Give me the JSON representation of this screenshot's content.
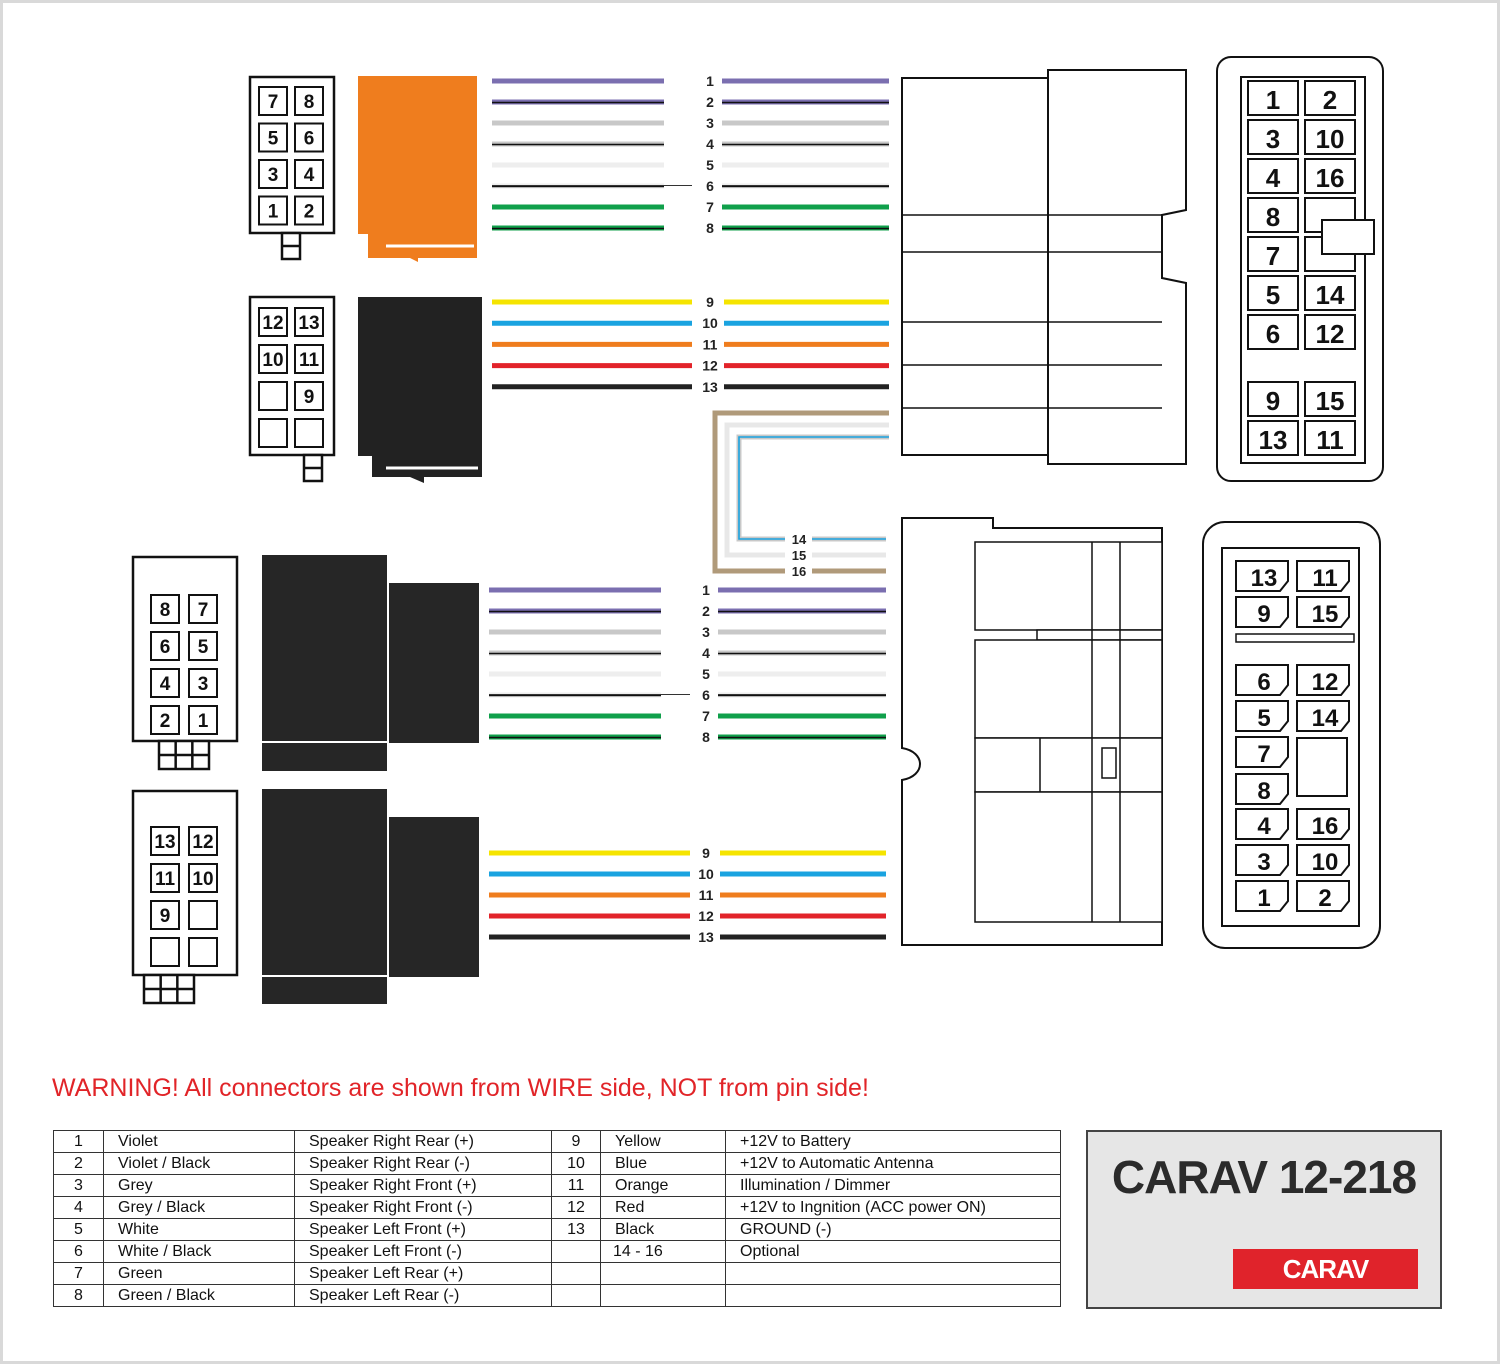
{
  "warning": "WARNING! All connectors are shown from WIRE side, NOT from pin side!",
  "model": "CARAV 12-218",
  "logo_text": "CARAV",
  "colors": {
    "violet": "#7b6fb0",
    "violet_black": "#7b6fb0",
    "grey": "#c8c8c8",
    "grey_black": "#c8c8c8",
    "white": "#eeeeee",
    "white_black": "#eeeeee",
    "green": "#10a04b",
    "green_black": "#10a04b",
    "yellow": "#f5e400",
    "blue": "#1aa3e0",
    "orange": "#ef7d1e",
    "red": "#e2232a",
    "black": "#222222",
    "tan": "#b09a7a",
    "accent_red": "#e0232b"
  },
  "iso_a": {
    "pins": [
      "7",
      "8",
      "5",
      "6",
      "3",
      "4",
      "1",
      "2"
    ]
  },
  "iso_b": {
    "pins": [
      "12",
      "13",
      "10",
      "11",
      "",
      "9",
      "",
      ""
    ]
  },
  "iso_c": {
    "pins": [
      "8",
      "7",
      "6",
      "5",
      "4",
      "3",
      "2",
      "1"
    ]
  },
  "iso_d": {
    "pins": [
      "13",
      "12",
      "11",
      "10",
      "9",
      "",
      "",
      ""
    ]
  },
  "top_wire_numbers": [
    "1",
    "2",
    "3",
    "4",
    "5",
    "6",
    "7",
    "8"
  ],
  "top_power_numbers": [
    "9",
    "10",
    "11",
    "12",
    "13"
  ],
  "optional_numbers": [
    "14",
    "15",
    "16"
  ],
  "bottom_wire_numbers": [
    "1",
    "2",
    "3",
    "4",
    "5",
    "6",
    "7",
    "8"
  ],
  "bottom_power_numbers": [
    "9",
    "10",
    "11",
    "12",
    "13"
  ],
  "right_top_pins": [
    "1",
    "2",
    "3",
    "10",
    "4",
    "16",
    "8",
    "7",
    "5",
    "14",
    "6",
    "12",
    "9",
    "15",
    "13",
    "11"
  ],
  "right_bottom_pins": [
    "13",
    "11",
    "9",
    "15",
    "6",
    "12",
    "5",
    "14",
    "7",
    "8",
    "4",
    "16",
    "3",
    "10",
    "1",
    "2"
  ],
  "table": {
    "rows": [
      [
        "1",
        "Violet",
        "Speaker Right Rear (+)",
        "9",
        "Yellow",
        "+12V to Battery"
      ],
      [
        "2",
        "Violet / Black",
        "Speaker Right Rear (-)",
        "10",
        "Blue",
        "+12V to Automatic Antenna"
      ],
      [
        "3",
        "Grey",
        "Speaker Right Front (+)",
        "11",
        "Orange",
        "Illumination / Dimmer"
      ],
      [
        "4",
        "Grey / Black",
        "Speaker Right Front (-)",
        "12",
        "Red",
        "+12V to Ingnition (ACC power ON)"
      ],
      [
        "5",
        "White",
        "Speaker Left Front (+)",
        "13",
        "Black",
        "GROUND (-)"
      ],
      [
        "6",
        "White / Black",
        "Speaker Left Front (-)",
        "",
        "14 - 16",
        "Optional"
      ],
      [
        "7",
        "Green",
        "Speaker Left Rear (+)",
        "",
        "",
        ""
      ],
      [
        "8",
        "Green / Black",
        "Speaker Left Rear (-)",
        "",
        "",
        ""
      ]
    ]
  }
}
